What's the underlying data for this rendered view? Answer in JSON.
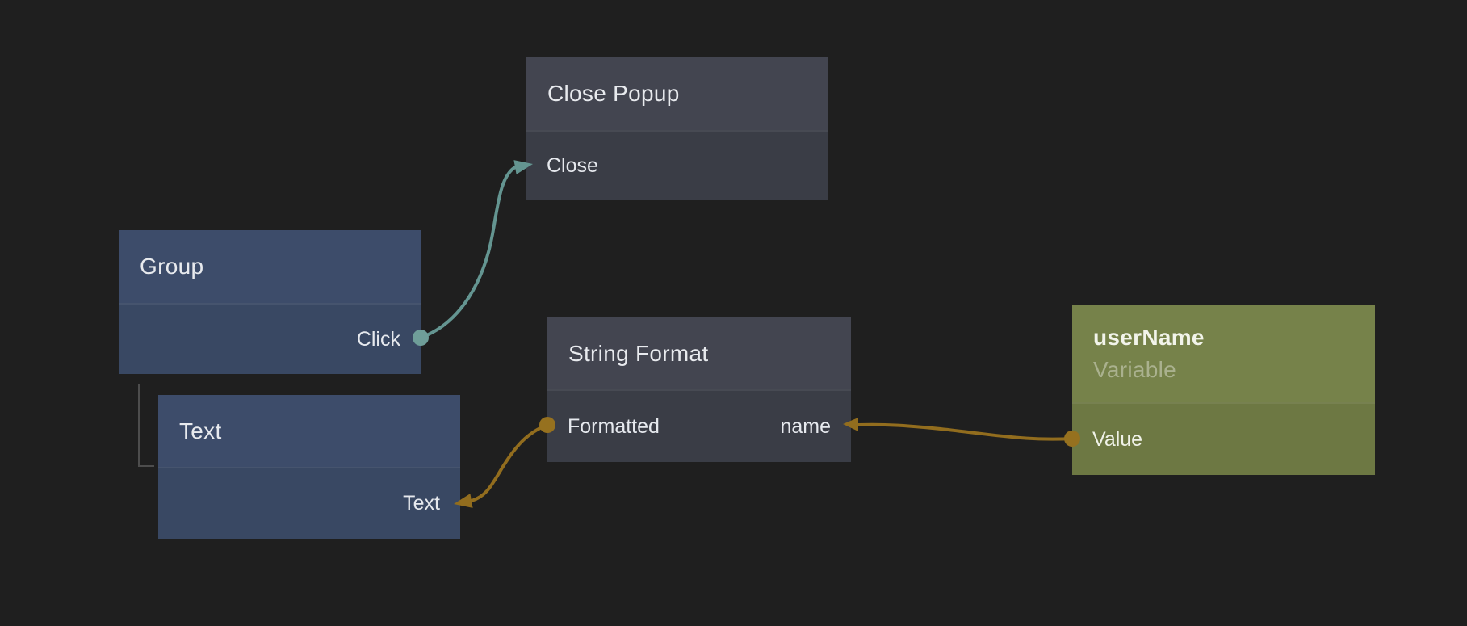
{
  "canvas": {
    "background_color": "#1f1f1f"
  },
  "nodes": {
    "close_popup": {
      "title": "Close Popup",
      "input_label": "Close",
      "header_color": "#434550",
      "body_color": "#3a3d46"
    },
    "group": {
      "title": "Group",
      "output_label": "Click",
      "header_color": "#3d4c6a",
      "body_color": "#394863"
    },
    "text": {
      "title": "Text",
      "input_label": "Text",
      "header_color": "#3d4c6a",
      "body_color": "#394863"
    },
    "string_format": {
      "title": "String Format",
      "output_label": "Formatted",
      "input_label": "name",
      "header_color": "#434550",
      "body_color": "#3a3d46"
    },
    "user_name": {
      "title": "userName",
      "subtitle": "Variable",
      "output_label": "Value",
      "header_color": "#76824a",
      "body_color": "#6d7843"
    }
  },
  "connections": [
    {
      "from_node": "Group",
      "from_port": "Click",
      "to_node": "Close Popup",
      "to_port": "Close",
      "color": "#649591",
      "port_dot_color": "#6f9e99"
    },
    {
      "from_node": "String Format",
      "from_port": "Formatted",
      "to_node": "Text",
      "to_port": "Text",
      "color": "#926d1e",
      "port_dot_color": "#96711f"
    },
    {
      "from_node": "userName",
      "from_port": "Value",
      "to_node": "String Format",
      "to_port": "name",
      "color": "#926d1e",
      "port_dot_color": "#96711f"
    }
  ],
  "hierarchy_connector": {
    "from_node": "Group",
    "to_node": "Text",
    "color": "#4d4d4d"
  }
}
